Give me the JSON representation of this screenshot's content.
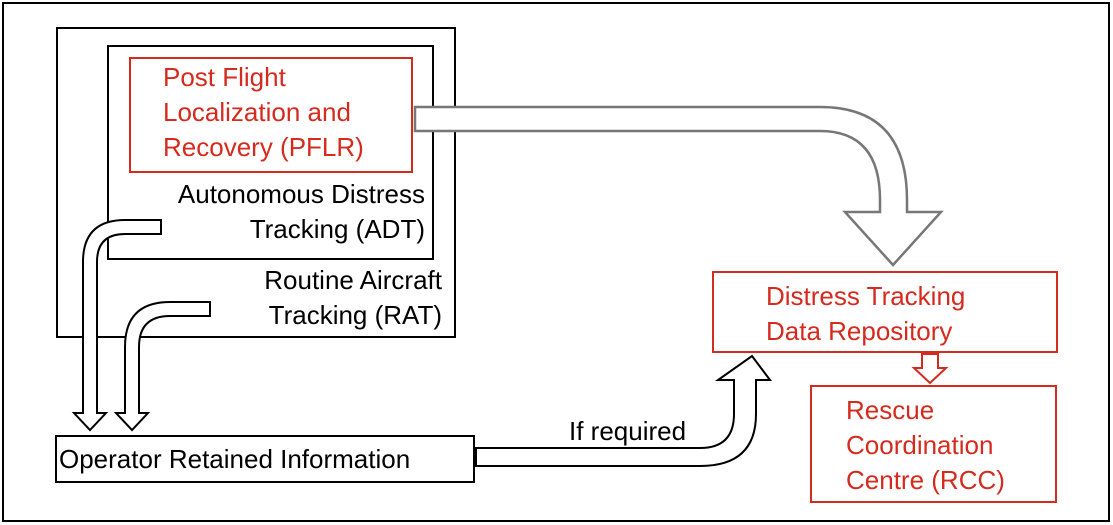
{
  "diagram": {
    "pflr": {
      "line1": "Post Flight",
      "line2": "Localization and",
      "line3": "Recovery (PFLR)"
    },
    "adt": {
      "line1": "Autonomous Distress",
      "line2": "Tracking (ADT)"
    },
    "rat": {
      "line1": "Routine Aircraft",
      "line2": "Tracking (RAT)"
    },
    "operator": {
      "label": "Operator Retained Information"
    },
    "if_required": {
      "label": "If required"
    },
    "repository": {
      "line1": "Distress Tracking",
      "line2": "Data Repository"
    },
    "rcc": {
      "line1": "Rescue",
      "line2": "Coordination",
      "line3": "Centre (RCC)"
    },
    "colors": {
      "red": "#d52b1e",
      "black": "#000000",
      "gray_arrow": "#777777"
    }
  }
}
